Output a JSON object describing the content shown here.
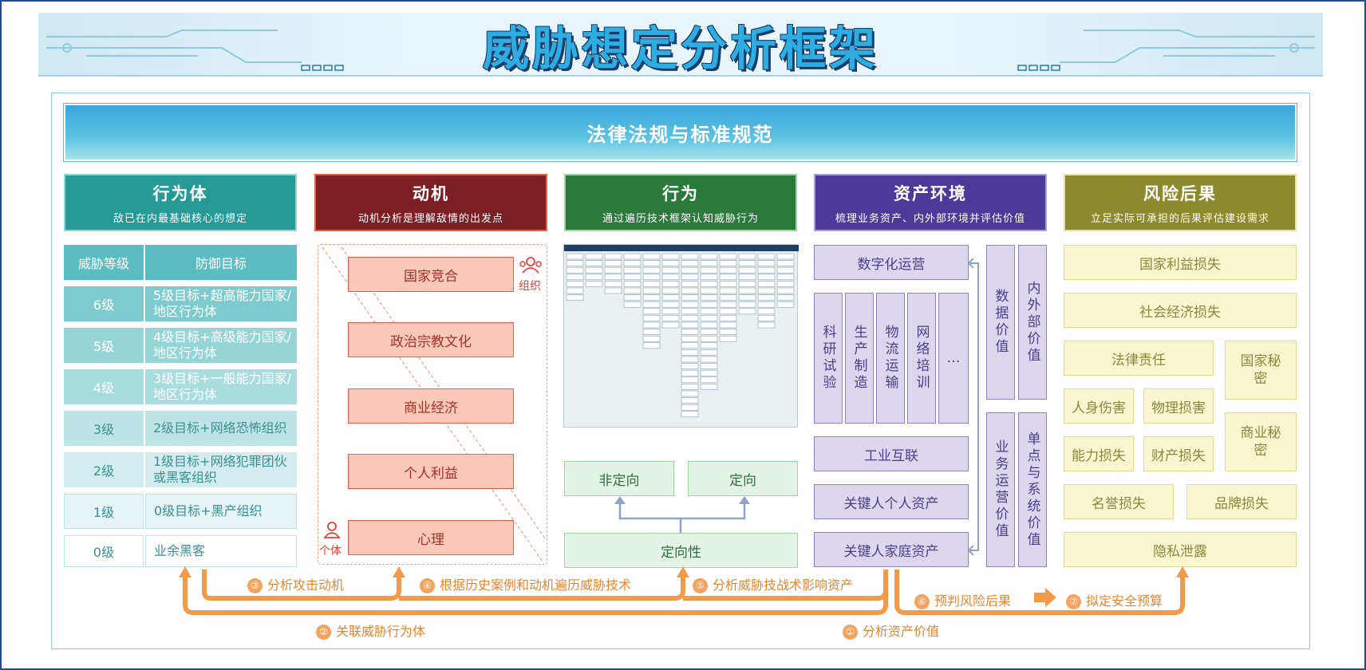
{
  "title": "威胁想定分析框架",
  "law_banner": "法律法规与标准规范",
  "columns": {
    "actor": {
      "title": "行为体",
      "subtitle": "敌已在内最基础核心的想定",
      "color": "#279a98"
    },
    "motive": {
      "title": "动机",
      "subtitle": "动机分析是理解敌情的出发点",
      "color": "#7d1e22"
    },
    "behavior": {
      "title": "行为",
      "subtitle": "通过遍历技术框架认知威胁行为",
      "color": "#2c7a3b"
    },
    "asset": {
      "title": "资产环境",
      "subtitle": "梳理业务资产、内外部环境并评估价值",
      "color": "#4b3a98"
    },
    "risk": {
      "title": "风险后果",
      "subtitle": "立足实际可承担的后果评估建设需求",
      "color": "#8c8a2c"
    }
  },
  "threat_table": {
    "headers": [
      "威胁等级",
      "防御目标"
    ],
    "rows": [
      {
        "level": "6级",
        "goal": "5级目标+超高能力国家/地区行为体"
      },
      {
        "level": "5级",
        "goal": "4级目标+高级能力国家/地区行为体"
      },
      {
        "level": "4级",
        "goal": "3级目标+一般能力国家/地区行为体"
      },
      {
        "level": "3级",
        "goal": "2级目标+网络恐怖组织"
      },
      {
        "level": "2级",
        "goal": "1级目标+网络犯罪团伙或黑客组织"
      },
      {
        "level": "1级",
        "goal": "0级目标+黑产组织"
      },
      {
        "level": "0级",
        "goal": "业余黑客"
      }
    ]
  },
  "motives": [
    "国家竞合",
    "政治宗教文化",
    "商业经济",
    "个人利益",
    "心理"
  ],
  "motive_labels": {
    "org": "组织",
    "individual": "个体"
  },
  "behavior": {
    "non_directed": "非定向",
    "directed": "定向",
    "directedness": "定向性"
  },
  "assets": {
    "digital_ops": "数字化运营",
    "fields": [
      "科研试验",
      "生产制造",
      "物流运输",
      "网络培训",
      "…"
    ],
    "industrial_internet": "工业互联",
    "key_person": "关键人个人资产",
    "key_family": "关键人家庭资产",
    "data_value": "数据价值",
    "internal_external": "内外部价值",
    "business_value": "业务运营价值",
    "single_point": "单点与系统价值"
  },
  "risks": {
    "national": "国家利益损失",
    "social": "社会经济损失",
    "legal": "法律责任",
    "state_secret": "国家秘密",
    "injury": "人身伤害",
    "physical": "物理损害",
    "capability": "能力损失",
    "property": "财产损失",
    "business_secret": "商业秘密",
    "reputation": "名誉损失",
    "brand": "品牌损失",
    "privacy": "隐私泄露"
  },
  "steps": [
    {
      "num": "①",
      "label": "分析资产价值"
    },
    {
      "num": "②",
      "label": "关联威胁行为体"
    },
    {
      "num": "③",
      "label": "分析攻击动机"
    },
    {
      "num": "④",
      "label": "根据历史案例和动机遍历威胁技术"
    },
    {
      "num": "⑤",
      "label": "分析威胁技战术影响资产"
    },
    {
      "num": "⑥",
      "label": "预判风险后果"
    },
    {
      "num": "⑦",
      "label": "拟定安全预算"
    }
  ],
  "colors": {
    "accent_orange": "#f29a4a",
    "frame_blue": "#1f4e8c"
  }
}
